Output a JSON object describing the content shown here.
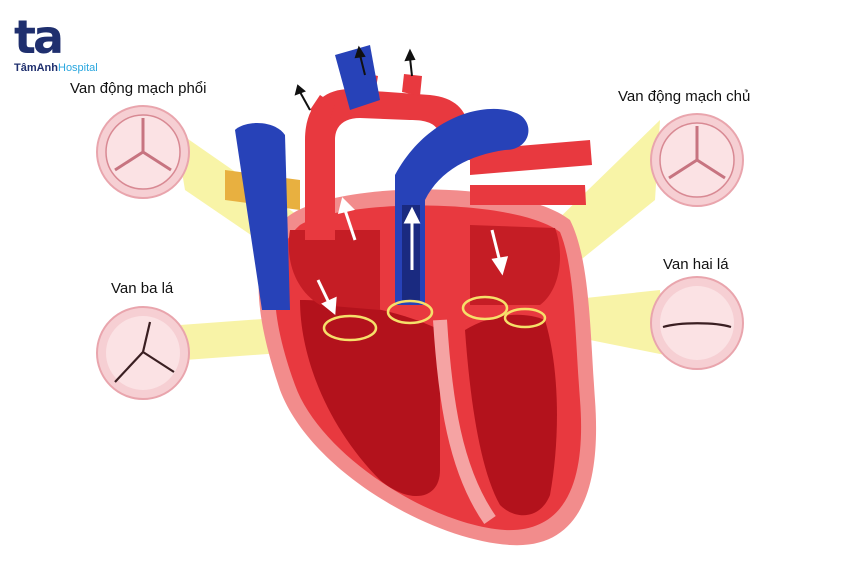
{
  "logo": {
    "mark": "ta",
    "brand": "TâmAnh",
    "brand_suffix": "Hospital"
  },
  "labels": {
    "pulmonary_valve": "Van động mạch phổi",
    "aortic_valve": "Van động mạch chủ",
    "tricuspid_valve": "Van ba lá",
    "mitral_valve": "Van hai lá"
  },
  "colors": {
    "brand_navy": "#1f2f6e",
    "brand_cyan": "#2aa7df",
    "heart_red": "#e8393f",
    "chamber_dark": "#b3121c",
    "vein_blue": "#2742b8",
    "highlight_yellow": "#f6f08a",
    "valve_pink": "#f6cfd3"
  }
}
